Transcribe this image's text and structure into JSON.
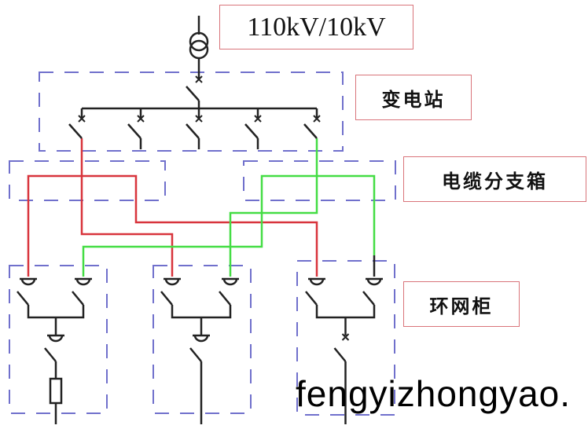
{
  "diagram": {
    "title": "10kV distribution single-line diagram",
    "labels": {
      "voltage": "110kV/10kV",
      "substation": "变电站",
      "cable_branch_box": "电缆分支箱",
      "ring_main_unit": "环网柜"
    },
    "colors": {
      "wire": "#222222",
      "red_feeder": "#d8343c",
      "green_feeder": "#44dd44",
      "dashed_boundary": "#7070cc",
      "label_border": "#d9747a"
    },
    "components": {
      "transformer": "110kV/10kV transformer",
      "substation_feeders": 5,
      "cable_branch_boxes": 2,
      "ring_main_units": 3
    },
    "watermark": "fengyizhongyao."
  }
}
